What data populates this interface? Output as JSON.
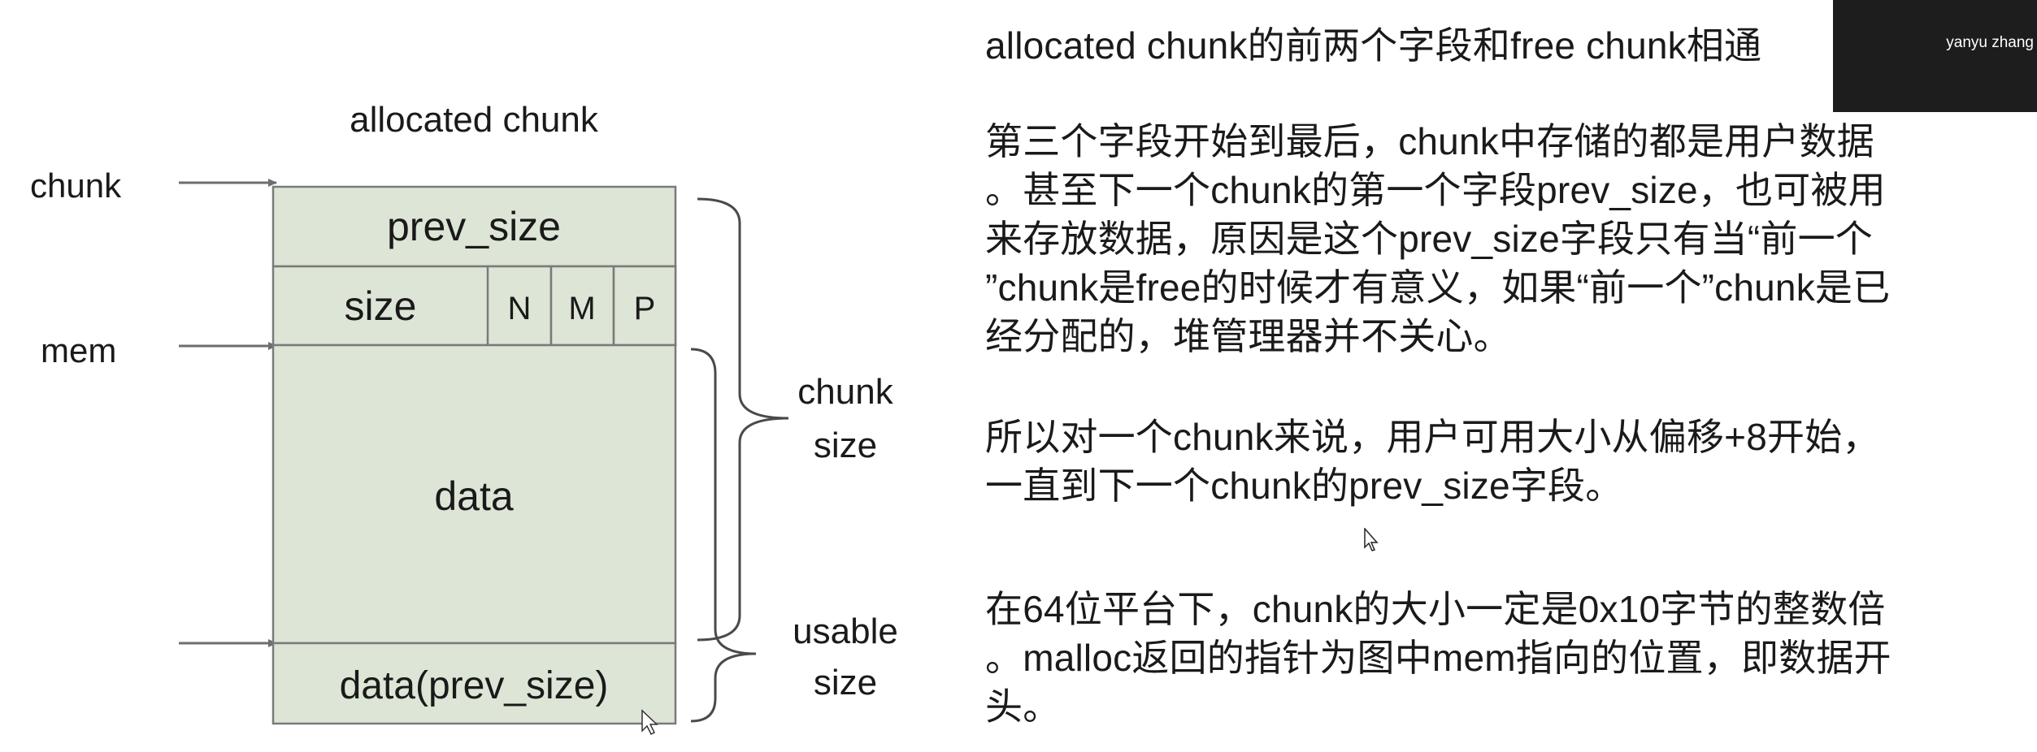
{
  "diagram": {
    "title": "allocated chunk",
    "pointers": {
      "chunk": "chunk",
      "mem": "mem"
    },
    "fields": {
      "prev_size": "prev_size",
      "size": "size",
      "flag_n": "N",
      "flag_m": "M",
      "flag_p": "P",
      "data": "data",
      "next_prev_size": "data(prev_size)"
    },
    "brackets": {
      "chunk_size_line1": "chunk",
      "chunk_size_line2": "size",
      "usable_size_line1": "usable",
      "usable_size_line2": "size"
    },
    "colors": {
      "cell_fill": "#dde5d6",
      "cell_stroke": "#7a7a7a",
      "arrow": "#6e6e6e",
      "bracket": "#4a4a4a"
    }
  },
  "notes": {
    "p1": [
      "allocated chunk的前两个字段和free chunk相通"
    ],
    "p2": [
      "第三个字段开始到最后，chunk中存储的都是用户数据",
      "。甚至下一个chunk的第一个字段prev_size，也可被用",
      "来存放数据，原因是这个prev_size字段只有当“前一个",
      "”chunk是free的时候才有意义，如果“前一个”chunk是已",
      "经分配的，堆管理器并不关心。"
    ],
    "p3": [
      "所以对一个chunk来说，用户可用大小从偏移+8开始，",
      "一直到下一个chunk的prev_size字段。"
    ],
    "p4": [
      "在64位平台下，chunk的大小一定是0x10字节的整数倍",
      "。malloc返回的指针为图中mem指向的位置，即数据开",
      "头。"
    ]
  },
  "webcam": {
    "name": "yanyu zhang"
  }
}
